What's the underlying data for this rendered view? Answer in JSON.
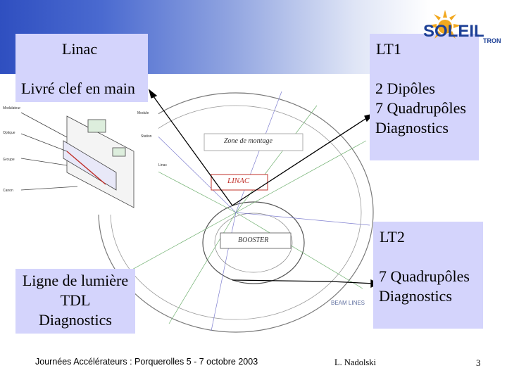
{
  "linac_box": {
    "title": "Linac",
    "description": "Livré clef en main"
  },
  "lt1_box": {
    "title": "LT1",
    "details": "2 Dipôles\n7 Quadrupôles\nDiagnostics"
  },
  "lt2_box": {
    "title": "LT2",
    "details": "7 Quadrupôles\nDiagnostics"
  },
  "tdl_box": {
    "text": "Ligne de lumière\nTDL\nDiagnostics"
  },
  "diagram": {
    "linac_label": "LINAC",
    "booster_label": "BOOSTER",
    "assembly_label": "Zone de montage",
    "beamlines_label": "BEAM LINES"
  },
  "logo": {
    "brand": "SOLEIL",
    "sub": "TRON"
  },
  "footer": {
    "event": "Journées Accélérateurs : Porquerolles  5 - 7 octobre 2003",
    "author": "L. Nadolski",
    "page": "3"
  },
  "colors": {
    "box_fill": "#d4d4fc",
    "linac_red": "#c0302a",
    "gradient_blue": "#2f4fc0"
  }
}
